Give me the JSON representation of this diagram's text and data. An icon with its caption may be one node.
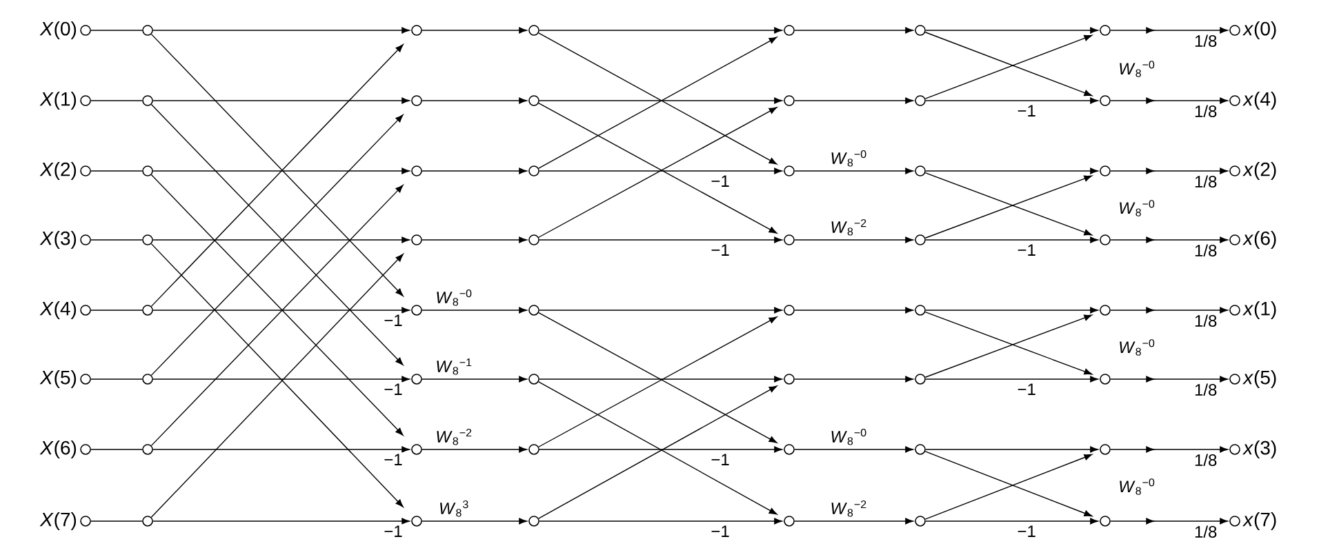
{
  "diagram": {
    "nodes": [
      {
        "text": [],
        "shape": "circle",
        "beside": [
          "*X*(0)"
        ]
      },
      {
        "text": [],
        "shape": "circle",
        "beside": [
          "*X*(1)"
        ]
      },
      {
        "text": [],
        "shape": "circle",
        "beside": [
          "*X*(2)"
        ]
      },
      {
        "text": [],
        "shape": "circle",
        "beside": [
          "*X*(3)"
        ]
      },
      {
        "text": [],
        "shape": "circle",
        "beside": [
          "*X*(4)"
        ]
      },
      {
        "text": [],
        "shape": "circle",
        "beside": [
          "*X*(5)"
        ]
      },
      {
        "text": [],
        "shape": "circle",
        "beside": [
          "*X*(6)"
        ]
      },
      {
        "text": [],
        "shape": "circle",
        "beside": [
          "*X*(7)"
        ]
      },
      {
        "text": [],
        "shape": "circle"
      },
      {
        "text": [],
        "shape": "circle"
      },
      {
        "text": [],
        "shape": "circle"
      },
      {
        "text": [],
        "shape": "circle"
      },
      {
        "text": [],
        "shape": "circle"
      },
      {
        "text": [],
        "shape": "circle"
      },
      {
        "text": [],
        "shape": "circle"
      },
      {
        "text": [],
        "shape": "circle"
      },
      {
        "text": [],
        "shape": "circle"
      },
      {
        "text": [],
        "shape": "circle"
      },
      {
        "text": [],
        "shape": "circle"
      },
      {
        "text": [],
        "shape": "circle"
      },
      {
        "text": [],
        "shape": "circle"
      },
      {
        "text": [],
        "shape": "circle"
      },
      {
        "text": [],
        "shape": "circle"
      },
      {
        "text": [],
        "shape": "circle"
      },
      {
        "text": [],
        "shape": "circle"
      },
      {
        "text": [],
        "shape": "circle"
      },
      {
        "text": [],
        "shape": "circle"
      },
      {
        "text": [],
        "shape": "circle"
      },
      {
        "text": [],
        "shape": "circle"
      },
      {
        "text": [],
        "shape": "circle"
      },
      {
        "text": [],
        "shape": "circle"
      },
      {
        "text": [],
        "shape": "circle"
      },
      {
        "text": [],
        "shape": "circle"
      },
      {
        "text": [],
        "shape": "circle"
      },
      {
        "text": [],
        "shape": "circle"
      },
      {
        "text": [],
        "shape": "circle"
      },
      {
        "text": [],
        "shape": "circle"
      },
      {
        "text": [],
        "shape": "circle"
      },
      {
        "text": [],
        "shape": "circle"
      },
      {
        "text": [],
        "shape": "circle"
      },
      {
        "text": [],
        "shape": "circle"
      },
      {
        "text": [],
        "shape": "circle"
      },
      {
        "text": [],
        "shape": "circle"
      },
      {
        "text": [],
        "shape": "circle"
      },
      {
        "text": [],
        "shape": "circle"
      },
      {
        "text": [],
        "shape": "circle"
      },
      {
        "text": [],
        "shape": "circle"
      },
      {
        "text": [],
        "shape": "circle"
      },
      {
        "text": [],
        "shape": "circle"
      },
      {
        "text": [],
        "shape": "circle"
      },
      {
        "text": [],
        "shape": "circle"
      },
      {
        "text": [],
        "shape": "circle"
      },
      {
        "text": [],
        "shape": "circle"
      },
      {
        "text": [],
        "shape": "circle"
      },
      {
        "text": [],
        "shape": "circle"
      },
      {
        "text": [],
        "shape": "circle"
      },
      {
        "text": [],
        "shape": "circle",
        "beside": [
          "*x*(0)"
        ]
      },
      {
        "text": [],
        "shape": "circle",
        "beside": [
          "*x*(4)"
        ]
      },
      {
        "text": [],
        "shape": "circle",
        "beside": [
          "*x*(2)"
        ]
      },
      {
        "text": [],
        "shape": "circle",
        "beside": [
          "*x*(6)"
        ]
      },
      {
        "text": [],
        "shape": "circle",
        "beside": [
          "*x*(1)"
        ]
      },
      {
        "text": [],
        "shape": "circle",
        "beside": [
          "*x*(5)"
        ]
      },
      {
        "text": [],
        "shape": "circle",
        "beside": [
          "*x*(3)"
        ]
      },
      {
        "text": [],
        "shape": "circle",
        "beside": [
          "*x*(7)"
        ]
      }
    ],
    "edges": [
      {
        "from": 0,
        "to": 8,
        "arrow": "none"
      },
      {
        "from": 1,
        "to": 9,
        "arrow": "none"
      },
      {
        "from": 2,
        "to": 10,
        "arrow": "none"
      },
      {
        "from": 3,
        "to": 11,
        "arrow": "none"
      },
      {
        "from": 4,
        "to": 12,
        "arrow": "none"
      },
      {
        "from": 5,
        "to": 13,
        "arrow": "none"
      },
      {
        "from": 6,
        "to": 14,
        "arrow": "none"
      },
      {
        "from": 7,
        "to": 15,
        "arrow": "none"
      },
      {
        "from": 8,
        "to": 16,
        "arrow": "to"
      },
      {
        "from": 9,
        "to": 17,
        "arrow": "to"
      },
      {
        "from": 10,
        "to": 18,
        "arrow": "to"
      },
      {
        "from": 11,
        "to": 19,
        "arrow": "to"
      },
      {
        "from": 12,
        "to": 20,
        "arrow": "to",
        "label": "−1"
      },
      {
        "from": 13,
        "to": 21,
        "arrow": "to",
        "label": "−1"
      },
      {
        "from": 14,
        "to": 22,
        "arrow": "to",
        "label": "−1"
      },
      {
        "from": 15,
        "to": 23,
        "arrow": "to",
        "label": "−1"
      },
      {
        "from": 8,
        "to": 20,
        "arrow": "to"
      },
      {
        "from": 9,
        "to": 21,
        "arrow": "to"
      },
      {
        "from": 10,
        "to": 22,
        "arrow": "to"
      },
      {
        "from": 11,
        "to": 23,
        "arrow": "to"
      },
      {
        "from": 12,
        "to": 16,
        "arrow": "to"
      },
      {
        "from": 13,
        "to": 17,
        "arrow": "to"
      },
      {
        "from": 14,
        "to": 18,
        "arrow": "to"
      },
      {
        "from": 15,
        "to": 19,
        "arrow": "to"
      },
      {
        "from": 16,
        "to": 24,
        "arrow": "to"
      },
      {
        "from": 17,
        "to": 25,
        "arrow": "to"
      },
      {
        "from": 18,
        "to": 26,
        "arrow": "to"
      },
      {
        "from": 19,
        "to": 27,
        "arrow": "to"
      },
      {
        "from": 20,
        "to": 28,
        "arrow": "to",
        "label": "*W*$_{8}$$^{−0}$"
      },
      {
        "from": 21,
        "to": 29,
        "arrow": "to",
        "label": "*W*$_{8}$$^{−1}$"
      },
      {
        "from": 22,
        "to": 30,
        "arrow": "to",
        "label": "*W*$_{8}$$^{−2}$"
      },
      {
        "from": 23,
        "to": 31,
        "arrow": "to",
        "label": "*W*$_{8}$$^{3}$"
      },
      {
        "from": 24,
        "to": 32,
        "arrow": "to"
      },
      {
        "from": 25,
        "to": 33,
        "arrow": "to"
      },
      {
        "from": 26,
        "to": 34,
        "arrow": "to",
        "label": "−1"
      },
      {
        "from": 27,
        "to": 35,
        "arrow": "to",
        "label": "−1"
      },
      {
        "from": 28,
        "to": 36,
        "arrow": "to"
      },
      {
        "from": 29,
        "to": 37,
        "arrow": "to"
      },
      {
        "from": 30,
        "to": 38,
        "arrow": "to",
        "label": "−1"
      },
      {
        "from": 31,
        "to": 39,
        "arrow": "to",
        "label": "−1"
      },
      {
        "from": 24,
        "to": 34,
        "arrow": "to"
      },
      {
        "from": 25,
        "to": 35,
        "arrow": "to"
      },
      {
        "from": 26,
        "to": 32,
        "arrow": "to"
      },
      {
        "from": 27,
        "to": 33,
        "arrow": "to"
      },
      {
        "from": 28,
        "to": 38,
        "arrow": "to"
      },
      {
        "from": 29,
        "to": 39,
        "arrow": "to"
      },
      {
        "from": 30,
        "to": 36,
        "arrow": "to"
      },
      {
        "from": 31,
        "to": 37,
        "arrow": "to"
      },
      {
        "from": 32,
        "to": 40,
        "arrow": "to"
      },
      {
        "from": 33,
        "to": 41,
        "arrow": "to"
      },
      {
        "from": 34,
        "to": 42,
        "arrow": "to",
        "label": "*W*$_{8}$$^{−0}$"
      },
      {
        "from": 35,
        "to": 43,
        "arrow": "to",
        "label": "*W*$_{8}$$^{−2}$"
      },
      {
        "from": 36,
        "to": 44,
        "arrow": "to"
      },
      {
        "from": 37,
        "to": 45,
        "arrow": "to"
      },
      {
        "from": 38,
        "to": 46,
        "arrow": "to",
        "label": "*W*$_{8}$$^{−0}$"
      },
      {
        "from": 39,
        "to": 47,
        "arrow": "to",
        "label": "*W*$_{8}$$^{−2}$"
      },
      {
        "from": 40,
        "to": 48,
        "arrow": "to"
      },
      {
        "from": 41,
        "to": 49,
        "arrow": "to",
        "label": "−1"
      },
      {
        "from": 42,
        "to": 50,
        "arrow": "to"
      },
      {
        "from": 43,
        "to": 51,
        "arrow": "to",
        "label": "−1"
      },
      {
        "from": 44,
        "to": 52,
        "arrow": "to"
      },
      {
        "from": 45,
        "to": 53,
        "arrow": "to",
        "label": "−1"
      },
      {
        "from": 46,
        "to": 54,
        "arrow": "to"
      },
      {
        "from": 47,
        "to": 55,
        "arrow": "to",
        "label": "−1"
      },
      {
        "from": 40,
        "to": 49,
        "arrow": "to"
      },
      {
        "from": 41,
        "to": 48,
        "arrow": "to"
      },
      {
        "from": 42,
        "to": 51,
        "arrow": "to"
      },
      {
        "from": 43,
        "to": 50,
        "arrow": "to"
      },
      {
        "from": 44,
        "to": 53,
        "arrow": "to"
      },
      {
        "from": 45,
        "to": 52,
        "arrow": "to"
      },
      {
        "from": 46,
        "to": 55,
        "arrow": "to"
      },
      {
        "from": 47,
        "to": 54,
        "arrow": "to"
      },
      {
        "from": 48,
        "to": 56,
        "arrow": "to",
        "label": "1/8"
      },
      {
        "from": 49,
        "to": 57,
        "arrow": "to",
        "label": "1/8"
      },
      {
        "from": 50,
        "to": 58,
        "arrow": "to",
        "label": "1/8"
      },
      {
        "from": 51,
        "to": 59,
        "arrow": "to",
        "label": "1/8"
      },
      {
        "from": 52,
        "to": 60,
        "arrow": "to",
        "label": "1/8"
      },
      {
        "from": 53,
        "to": 61,
        "arrow": "to",
        "label": "1/8"
      },
      {
        "from": 54,
        "to": 62,
        "arrow": "to",
        "label": "1/8"
      },
      {
        "from": 55,
        "to": 63,
        "arrow": "to",
        "label": "1/8"
      }
    ],
    "labels": [
      "*W*$_{8}$$^{−0}$",
      "*W*$_{8}$$^{−0}$",
      "*W*$_{8}$$^{−0}$",
      "*W*$_{8}$$^{−0}$"
    ]
  }
}
